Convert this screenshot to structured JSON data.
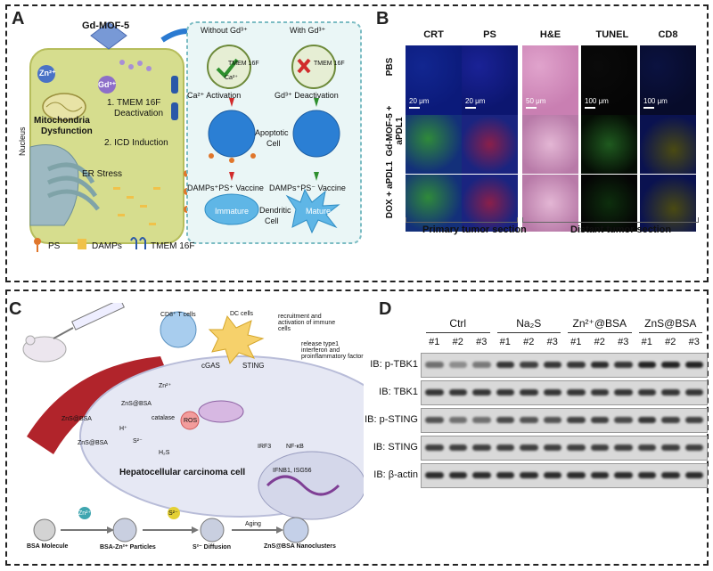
{
  "panels": {
    "A": {
      "label": "A",
      "gdmof": "Gd-MOF-5",
      "zn": "Zn²⁺",
      "gd": "Gd³⁺",
      "mito1": "Mitochondria",
      "mito2": "Dysfunction",
      "step1a": "1. TMEM 16F",
      "step1b": "Deactivation",
      "step2": "2. ICD Induction",
      "er": "ER Stress",
      "nucleus": "Nucleus",
      "legend_ps": "PS",
      "legend_damps": "DAMPs",
      "legend_tmem": "TMEM 16F",
      "without": "Without Gd³⁺",
      "with": "With Gd³⁺",
      "ca_act": "Ca²⁺ Activation",
      "gd_deact": "Gd³⁺ Deactivation",
      "apoptotic1": "Apoptotic",
      "apoptotic2": "Cell",
      "vaccine_left": "DAMPs⁺PS⁺ Vaccine",
      "vaccine_right": "DAMPs⁺PS⁻ Vaccine",
      "immature": "Immature",
      "dendritic1": "Dendritic",
      "dendritic2": "Cell",
      "mature": "Mature",
      "tmem_small": "TMEM 16F",
      "ca_small": "Ca²⁺"
    },
    "B": {
      "label": "B",
      "columns": [
        "CRT",
        "PS",
        "H&E",
        "TUNEL",
        "CD8"
      ],
      "rows": [
        "PBS",
        "Gd-MOF-5 + aPDL1",
        "DOX + aPDL1"
      ],
      "scales": [
        "20 μm",
        "20 μm",
        "50 μm",
        "100 μm",
        "100 μm"
      ],
      "primary": "Primary tumor section",
      "distant": "Distant tumor section"
    },
    "C": {
      "label": "C",
      "cd8": "CD8⁺ T cells",
      "dc": "DC cells",
      "recruit": "recruitment and activation of immune cells",
      "release": "release type1 interferon and proinflammatory factor",
      "cgas": "cGAS",
      "sting": "STING",
      "zn": "Zn²⁺",
      "znsbsa": "ZnS@BSA",
      "catalase": "catalase",
      "ros": "ROS",
      "h": "H⁺",
      "s": "S²⁻",
      "h2s": "H₂S",
      "irf3": "IRF3",
      "nfkb": "NF-κB",
      "ifnb": "IFNB1, ISG56",
      "hcc": "Hepatocellular carcinoma cell",
      "bsa": "BSA Molecule",
      "bsazn": "BSA-Zn²⁺ Particles",
      "sdiff": "S²⁻ Diffusion",
      "aging": "Aging",
      "nano": "ZnS@BSA Nanoclusters",
      "zn_ball": "Zn²⁺",
      "s_ball": "S²⁻"
    },
    "D": {
      "label": "D",
      "groups": [
        "Ctrl",
        "Na₂S",
        "Zn²⁺@BSA",
        "ZnS@BSA"
      ],
      "lanes": [
        "#1",
        "#2",
        "#3",
        "#1",
        "#2",
        "#3",
        "#1",
        "#2",
        "#3",
        "#1",
        "#2",
        "#3"
      ],
      "blots": [
        "IB: p-TBK1",
        "IB: TBK1",
        "IB: p-STING",
        "IB: STING",
        "IB: β-actin"
      ],
      "intensities": [
        [
          0.55,
          0.4,
          0.5,
          0.85,
          0.8,
          0.85,
          0.85,
          0.9,
          0.85,
          0.95,
          0.95,
          0.95
        ],
        [
          0.85,
          0.85,
          0.85,
          0.85,
          0.85,
          0.85,
          0.85,
          0.85,
          0.85,
          0.85,
          0.85,
          0.85
        ],
        [
          0.7,
          0.55,
          0.55,
          0.75,
          0.7,
          0.7,
          0.8,
          0.8,
          0.75,
          0.85,
          0.8,
          0.8
        ],
        [
          0.8,
          0.8,
          0.8,
          0.8,
          0.8,
          0.8,
          0.8,
          0.8,
          0.8,
          0.8,
          0.8,
          0.8
        ],
        [
          0.9,
          0.9,
          0.9,
          0.9,
          0.9,
          0.9,
          0.9,
          0.9,
          0.9,
          0.9,
          0.9,
          0.9
        ]
      ]
    }
  }
}
